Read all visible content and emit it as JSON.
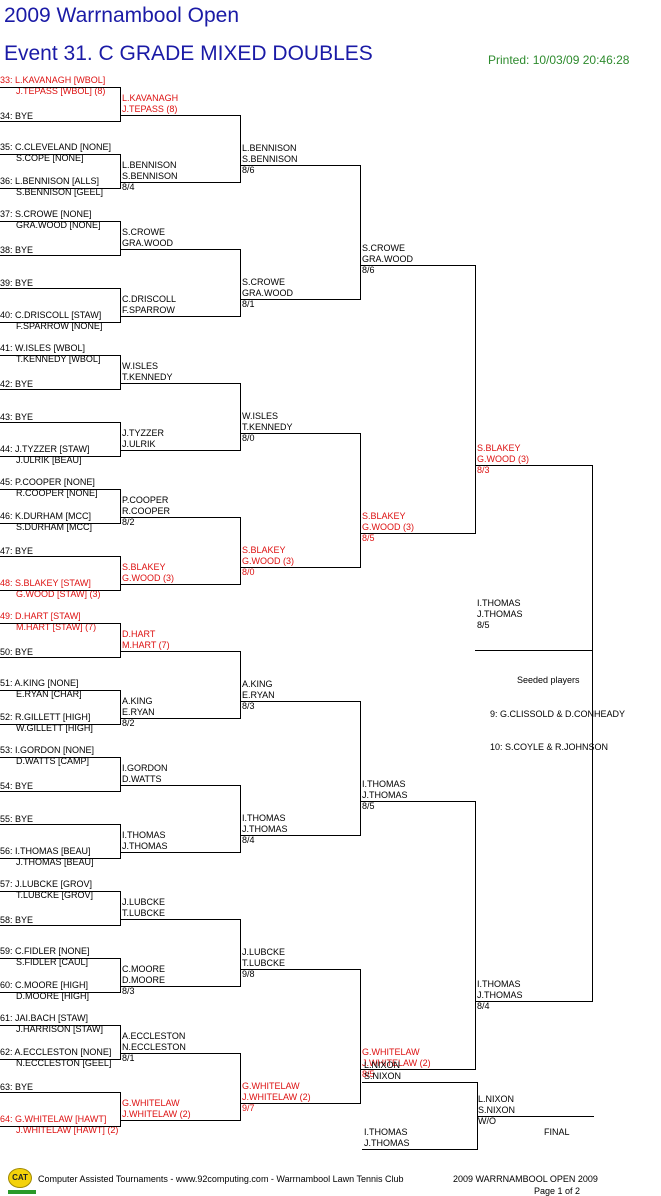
{
  "title": "2009 Warrnambool Open",
  "event": "Event 31. C GRADE MIXED DOUBLES",
  "printed": "Printed: 10/03/09 20:46:28",
  "r1": [
    {
      "label": "33: L.KAVANAGH [WBOL]",
      "partner": "J.TEPASS [WBOL] (8)",
      "red": true
    },
    {
      "label": "34: BYE",
      "partner": ""
    },
    {
      "label": "35: C.CLEVELAND [NONE]",
      "partner": "S.COPE [NONE]"
    },
    {
      "label": "36: L.BENNISON [ALLS]",
      "partner": "S.BENNISON [GEEL]"
    },
    {
      "label": "37: S.CROWE [NONE]",
      "partner": "GRA.WOOD [NONE]"
    },
    {
      "label": "38: BYE",
      "partner": ""
    },
    {
      "label": "39: BYE",
      "partner": ""
    },
    {
      "label": "40: C.DRISCOLL [STAW]",
      "partner": "F.SPARROW [NONE]"
    },
    {
      "label": "41: W.ISLES [WBOL]",
      "partner": "T.KENNEDY [WBOL]"
    },
    {
      "label": "42: BYE",
      "partner": ""
    },
    {
      "label": "43: BYE",
      "partner": ""
    },
    {
      "label": "44: J.TYZZER [STAW]",
      "partner": "J.ULRIK [BEAU]"
    },
    {
      "label": "45: P.COOPER [NONE]",
      "partner": "R.COOPER [NONE]"
    },
    {
      "label": "46: K.DURHAM [MCC]",
      "partner": "S.DURHAM [MCC]"
    },
    {
      "label": "47: BYE",
      "partner": ""
    },
    {
      "label": "48: S.BLAKEY [STAW]",
      "partner": "G.WOOD [STAW] (3)",
      "red": true
    },
    {
      "label": "49: D.HART [STAW]",
      "partner": "M.HART [STAW] (7)",
      "red": true
    },
    {
      "label": "50: BYE",
      "partner": ""
    },
    {
      "label": "51: A.KING [NONE]",
      "partner": "E.RYAN [CHAR]"
    },
    {
      "label": "52: R.GILLETT [HIGH]",
      "partner": "W.GILLETT [HIGH]"
    },
    {
      "label": "53: I.GORDON [NONE]",
      "partner": "D.WATTS [CAMP]"
    },
    {
      "label": "54: BYE",
      "partner": ""
    },
    {
      "label": "55: BYE",
      "partner": ""
    },
    {
      "label": "56: I.THOMAS [BEAU]",
      "partner": "J.THOMAS [BEAU]"
    },
    {
      "label": "57: J.LUBCKE [GROV]",
      "partner": "T.LUBCKE [GROV]"
    },
    {
      "label": "58: BYE",
      "partner": ""
    },
    {
      "label": "59: C.FIDLER [NONE]",
      "partner": "S.FIDLER [CAUL]"
    },
    {
      "label": "60: C.MOORE [HIGH]",
      "partner": "D.MOORE [HIGH]"
    },
    {
      "label": "61: JAI.BACH [STAW]",
      "partner": "J.HARRISON [STAW]"
    },
    {
      "label": "62: A.ECCLESTON [NONE]",
      "partner": "N.ECCLESTON [GEEL]"
    },
    {
      "label": "63: BYE",
      "partner": ""
    },
    {
      "label": "64: G.WHITELAW [HAWT]",
      "partner": "J.WHITELAW [HAWT] (2)",
      "red": true
    }
  ],
  "r2": [
    {
      "l1": "L.KAVANAGH",
      "l2": "J.TEPASS (8)",
      "s": "",
      "red": true
    },
    {
      "l1": "L.BENNISON",
      "l2": "S.BENNISON",
      "s": "8/4"
    },
    {
      "l1": "S.CROWE",
      "l2": "GRA.WOOD",
      "s": ""
    },
    {
      "l1": "C.DRISCOLL",
      "l2": "F.SPARROW",
      "s": ""
    },
    {
      "l1": "W.ISLES",
      "l2": "T.KENNEDY",
      "s": ""
    },
    {
      "l1": "J.TYZZER",
      "l2": "J.ULRIK",
      "s": ""
    },
    {
      "l1": "P.COOPER",
      "l2": "R.COOPER",
      "s": "8/2"
    },
    {
      "l1": "S.BLAKEY",
      "l2": "G.WOOD (3)",
      "s": "",
      "red": true
    },
    {
      "l1": "D.HART",
      "l2": "M.HART (7)",
      "s": "",
      "red": true
    },
    {
      "l1": "A.KING",
      "l2": "E.RYAN",
      "s": "8/2"
    },
    {
      "l1": "I.GORDON",
      "l2": "D.WATTS",
      "s": ""
    },
    {
      "l1": "I.THOMAS",
      "l2": "J.THOMAS",
      "s": ""
    },
    {
      "l1": "J.LUBCKE",
      "l2": "T.LUBCKE",
      "s": ""
    },
    {
      "l1": "C.MOORE",
      "l2": "D.MOORE",
      "s": "8/3"
    },
    {
      "l1": "A.ECCLESTON",
      "l2": "N.ECCLESTON",
      "s": "8/1"
    },
    {
      "l1": "G.WHITELAW",
      "l2": "J.WHITELAW (2)",
      "s": "",
      "red": true
    }
  ],
  "r3": [
    {
      "l1": "L.BENNISON",
      "l2": "S.BENNISON",
      "s": "8/6"
    },
    {
      "l1": "S.CROWE",
      "l2": "GRA.WOOD",
      "s": "8/1"
    },
    {
      "l1": "W.ISLES",
      "l2": "T.KENNEDY",
      "s": "8/0"
    },
    {
      "l1": "S.BLAKEY",
      "l2": "G.WOOD (3)",
      "s": "8/0",
      "red": true
    },
    {
      "l1": "A.KING",
      "l2": "E.RYAN",
      "s": "8/3"
    },
    {
      "l1": "I.THOMAS",
      "l2": "J.THOMAS",
      "s": "8/4"
    },
    {
      "l1": "J.LUBCKE",
      "l2": "T.LUBCKE",
      "s": "9/8"
    },
    {
      "l1": "G.WHITELAW",
      "l2": "J.WHITELAW (2)",
      "s": "9/7",
      "red": true
    }
  ],
  "r4": [
    {
      "l1": "S.CROWE",
      "l2": "GRA.WOOD",
      "s": "8/6"
    },
    {
      "l1": "S.BLAKEY",
      "l2": "G.WOOD (3)",
      "s": "8/5",
      "red": true
    },
    {
      "l1": "I.THOMAS",
      "l2": "J.THOMAS",
      "s": "8/5"
    },
    {
      "l1": "G.WHITELAW",
      "l2": "J.WHITELAW (2)",
      "s": "8/5",
      "red": true
    }
  ],
  "r5": [
    {
      "l1": "S.BLAKEY",
      "l2": "G.WOOD (3)",
      "s": "8/3",
      "red": true
    },
    {
      "l1": "I.THOMAS",
      "l2": "J.THOMAS",
      "s": "8/4"
    }
  ],
  "semi": {
    "l1": "I.THOMAS",
    "l2": "J.THOMAS",
    "s": "8/5"
  },
  "sf": [
    {
      "l1": "L.NIXON",
      "l2": "S.NIXON"
    },
    {
      "l1": "I.THOMAS",
      "l2": "J.THOMAS"
    }
  ],
  "final": {
    "l1": "L.NIXON",
    "l2": "S.NIXON",
    "s": "W/O",
    "label": "FINAL"
  },
  "seeded": {
    "heading": "Seeded players",
    "items": [
      "9: G.CLISSOLD & D.CONHEADY",
      "10: S.COYLE & R.JOHNSON"
    ]
  },
  "footer": {
    "credit": "Computer Assisted Tournaments - www.92computing.com -  Warrnambool Lawn Tennis Club",
    "event": "2009 WARRNAMBOOL OPEN 2009",
    "page": "Page 1 of 2",
    "logo": "CAT"
  },
  "colors": {
    "title": "#1a1aa6",
    "printed": "#2e8b2e",
    "seed": "#dd1111"
  }
}
